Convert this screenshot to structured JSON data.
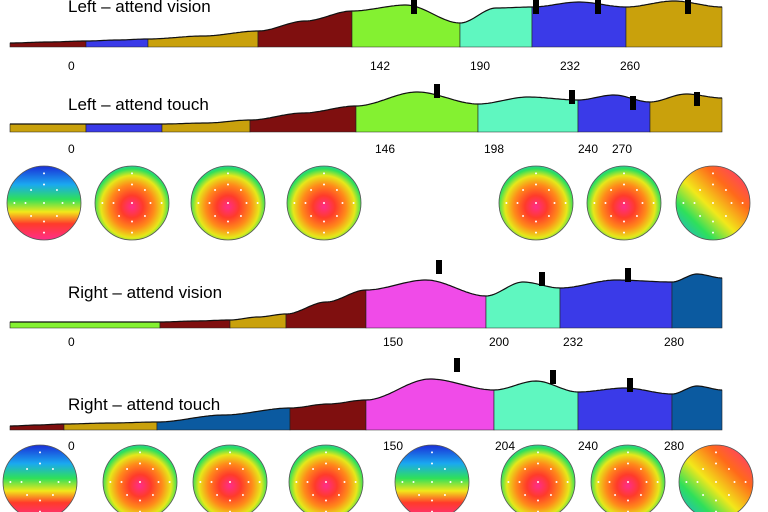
{
  "panels": [
    {
      "title": "Left – attend vision",
      "ticks": [
        "0",
        "142",
        "190",
        "232",
        "260"
      ],
      "tick_values": [
        0,
        142,
        190,
        232,
        260
      ],
      "segment_colors": [
        "#7f0f0f",
        "#3a3ae8",
        "#c9a10c",
        "#7f0f0f",
        "#84f131",
        "#5ff7c0",
        "#3a3ae8",
        "#c9a10c"
      ]
    },
    {
      "title": "Left – attend touch",
      "ticks": [
        "0",
        "146",
        "198",
        "240",
        "270"
      ],
      "tick_values": [
        0,
        146,
        198,
        240,
        270
      ],
      "segment_colors": [
        "#c9a10c",
        "#3a3ae8",
        "#c9a10c",
        "#7f0f0f",
        "#84f131",
        "#5ff7c0",
        "#3a3ae8",
        "#c9a10c"
      ]
    },
    {
      "title": "Right – attend vision",
      "ticks": [
        "0",
        "150",
        "200",
        "232",
        "280"
      ],
      "tick_values": [
        0,
        150,
        200,
        232,
        280
      ],
      "segment_colors": [
        "#84f131",
        "#7f0f0f",
        "#c9a10c",
        "#7f0f0f",
        "#f04be8",
        "#5ff7c0",
        "#3a3ae8",
        "#0b5aa0"
      ]
    },
    {
      "title": "Right – attend touch",
      "ticks": [
        "0",
        "150",
        "204",
        "240",
        "280"
      ],
      "tick_values": [
        0,
        150,
        204,
        240,
        280
      ],
      "segment_colors": [
        "#7f0f0f",
        "#c9a10c",
        "#0b5aa0",
        "#7f0f0f",
        "#f04be8",
        "#5ff7c0",
        "#3a3ae8",
        "#0b5aa0"
      ]
    }
  ],
  "topomap_rows": [
    {
      "maps": [
        "blue-red",
        "red-centre",
        "red-centre",
        "red-centre",
        "red-centre",
        "red-centre",
        "red-diagonal"
      ]
    },
    {
      "maps": [
        "blue-red",
        "red-centre",
        "red-centre",
        "red-centre",
        "blue-red",
        "red-centre",
        "red-centre",
        "red-diagonal"
      ]
    }
  ]
}
